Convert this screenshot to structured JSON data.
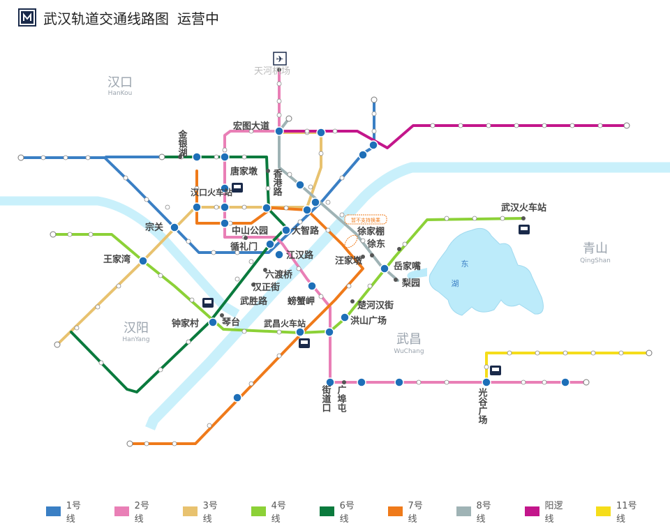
{
  "header": {
    "logo": "metro-logo",
    "title": "武汉轨道交通线路图",
    "status": "运营中"
  },
  "districts": [
    {
      "id": "hankou",
      "name": "汉口",
      "pinyin": "HanKou"
    },
    {
      "id": "hanyang",
      "name": "汉阳",
      "pinyin": "HanYang"
    },
    {
      "id": "wuchang",
      "name": "武昌",
      "pinyin": "WuChang"
    },
    {
      "id": "qingshan",
      "name": "青山",
      "pinyin": "QingShan"
    }
  ],
  "lake": {
    "name_1": "东",
    "name_2": "湖"
  },
  "notice": "暂不支持换乘",
  "icons": [
    "airport-icon",
    "railway-station-icon",
    "metro-logo"
  ],
  "lines": [
    {
      "key": "l1",
      "label": "1号线",
      "color": "#3a7fc4"
    },
    {
      "key": "l2",
      "label": "2号线",
      "color": "#e97fb6"
    },
    {
      "key": "l3",
      "label": "3号线",
      "color": "#e8c26f"
    },
    {
      "key": "l4",
      "label": "4号线",
      "color": "#8cd137"
    },
    {
      "key": "l6",
      "label": "6号线",
      "color": "#0a7a3d"
    },
    {
      "key": "l7",
      "label": "7号线",
      "color": "#ef7a1a"
    },
    {
      "key": "l8",
      "label": "8号线",
      "color": "#9fb3b5"
    },
    {
      "key": "yl",
      "label": "阳逻线",
      "color": "#c3168b"
    },
    {
      "key": "l11",
      "label": "11号线",
      "color": "#f5dd1a"
    }
  ],
  "stations": [
    {
      "id": "tianhe",
      "name": "天河机场"
    },
    {
      "id": "hongtu",
      "name": "宏图大道"
    },
    {
      "id": "jinyinhu",
      "name": "金银湖"
    },
    {
      "id": "tangjiadun",
      "name": "唐家墩"
    },
    {
      "id": "xianggang",
      "name": "香港路"
    },
    {
      "id": "hankou_rail",
      "name": "汉口火车站"
    },
    {
      "id": "zongguan",
      "name": "宗关"
    },
    {
      "id": "zhongshan",
      "name": "中山公园"
    },
    {
      "id": "dazhi",
      "name": "大智路"
    },
    {
      "id": "xunlimen",
      "name": "循礼门"
    },
    {
      "id": "xujiapeng",
      "name": "徐家棚"
    },
    {
      "id": "xudong",
      "name": "徐东"
    },
    {
      "id": "wangjiawan",
      "name": "王家湾"
    },
    {
      "id": "jianghan",
      "name": "江汉路"
    },
    {
      "id": "wangjiadun",
      "name": "汪家墩"
    },
    {
      "id": "yuejiazui",
      "name": "岳家嘴"
    },
    {
      "id": "liduqiao",
      "name": "六渡桥"
    },
    {
      "id": "liyuan",
      "name": "梨园"
    },
    {
      "id": "hanzhengjie",
      "name": "汉正街"
    },
    {
      "id": "wushenglu",
      "name": "武胜路"
    },
    {
      "id": "pangxiejia",
      "name": "螃蟹岬"
    },
    {
      "id": "chuhehan",
      "name": "楚河汉街"
    },
    {
      "id": "wuchang_rail",
      "name": "武昌火车站"
    },
    {
      "id": "hongshan",
      "name": "洪山广场"
    },
    {
      "id": "zhongjiacun",
      "name": "钟家村"
    },
    {
      "id": "qintai",
      "name": "琴台"
    },
    {
      "id": "wuhan_rail",
      "name": "武汉火车站"
    },
    {
      "id": "jiedaokou",
      "name": "街道口"
    },
    {
      "id": "guangbutun",
      "name": "广埠屯"
    },
    {
      "id": "guanggu",
      "name": "光谷广场"
    }
  ]
}
